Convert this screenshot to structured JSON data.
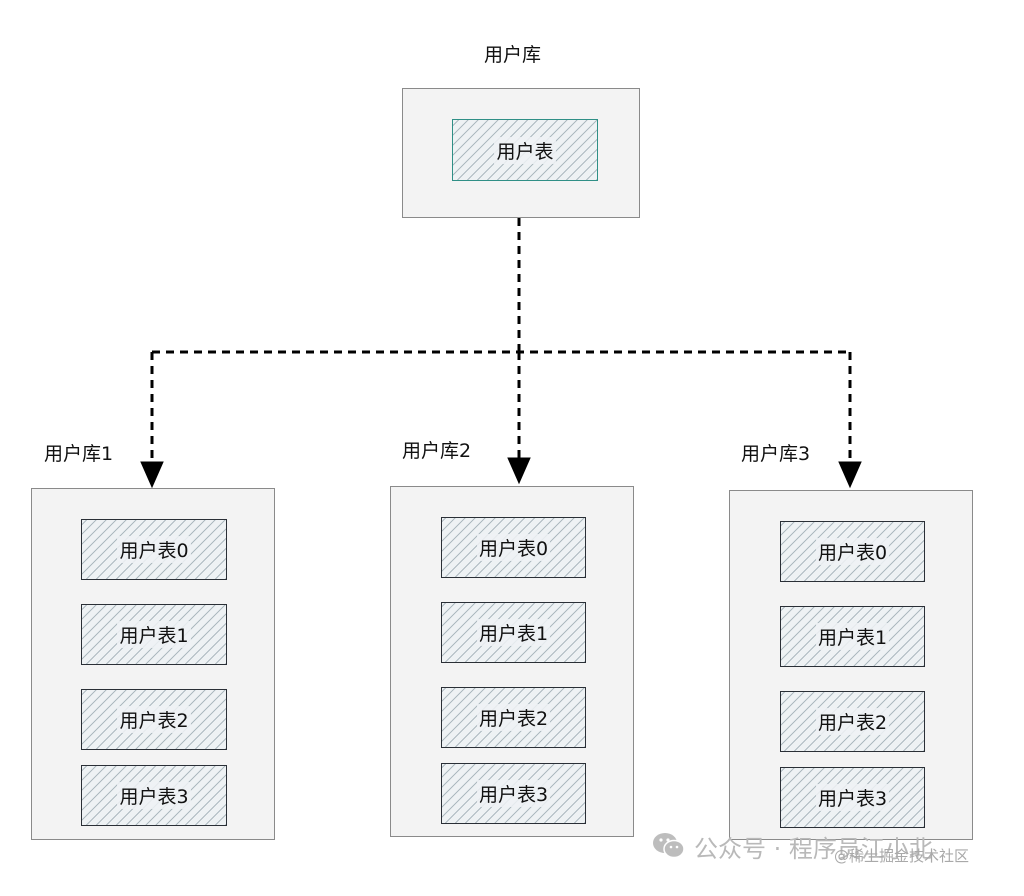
{
  "top": {
    "db_label": "用户库",
    "table_label": "用户表"
  },
  "shards": [
    {
      "db_label": "用户库1",
      "tables": [
        "用户表0",
        "用户表1",
        "用户表2",
        "用户表3"
      ]
    },
    {
      "db_label": "用户库2",
      "tables": [
        "用户表0",
        "用户表1",
        "用户表2",
        "用户表3"
      ]
    },
    {
      "db_label": "用户库3",
      "tables": [
        "用户表0",
        "用户表1",
        "用户表2",
        "用户表3"
      ]
    }
  ],
  "watermark": {
    "icon": "wechat-icon",
    "text": "公众号 · 程序员江小北",
    "subtext": "@稀土掘金技术社区"
  },
  "colors": {
    "db_fill": "#f3f3f3",
    "db_border": "#8a8a8a",
    "top_table_border": "#2f8f86",
    "table_border": "#2a2f36",
    "arrow": "#000000"
  }
}
